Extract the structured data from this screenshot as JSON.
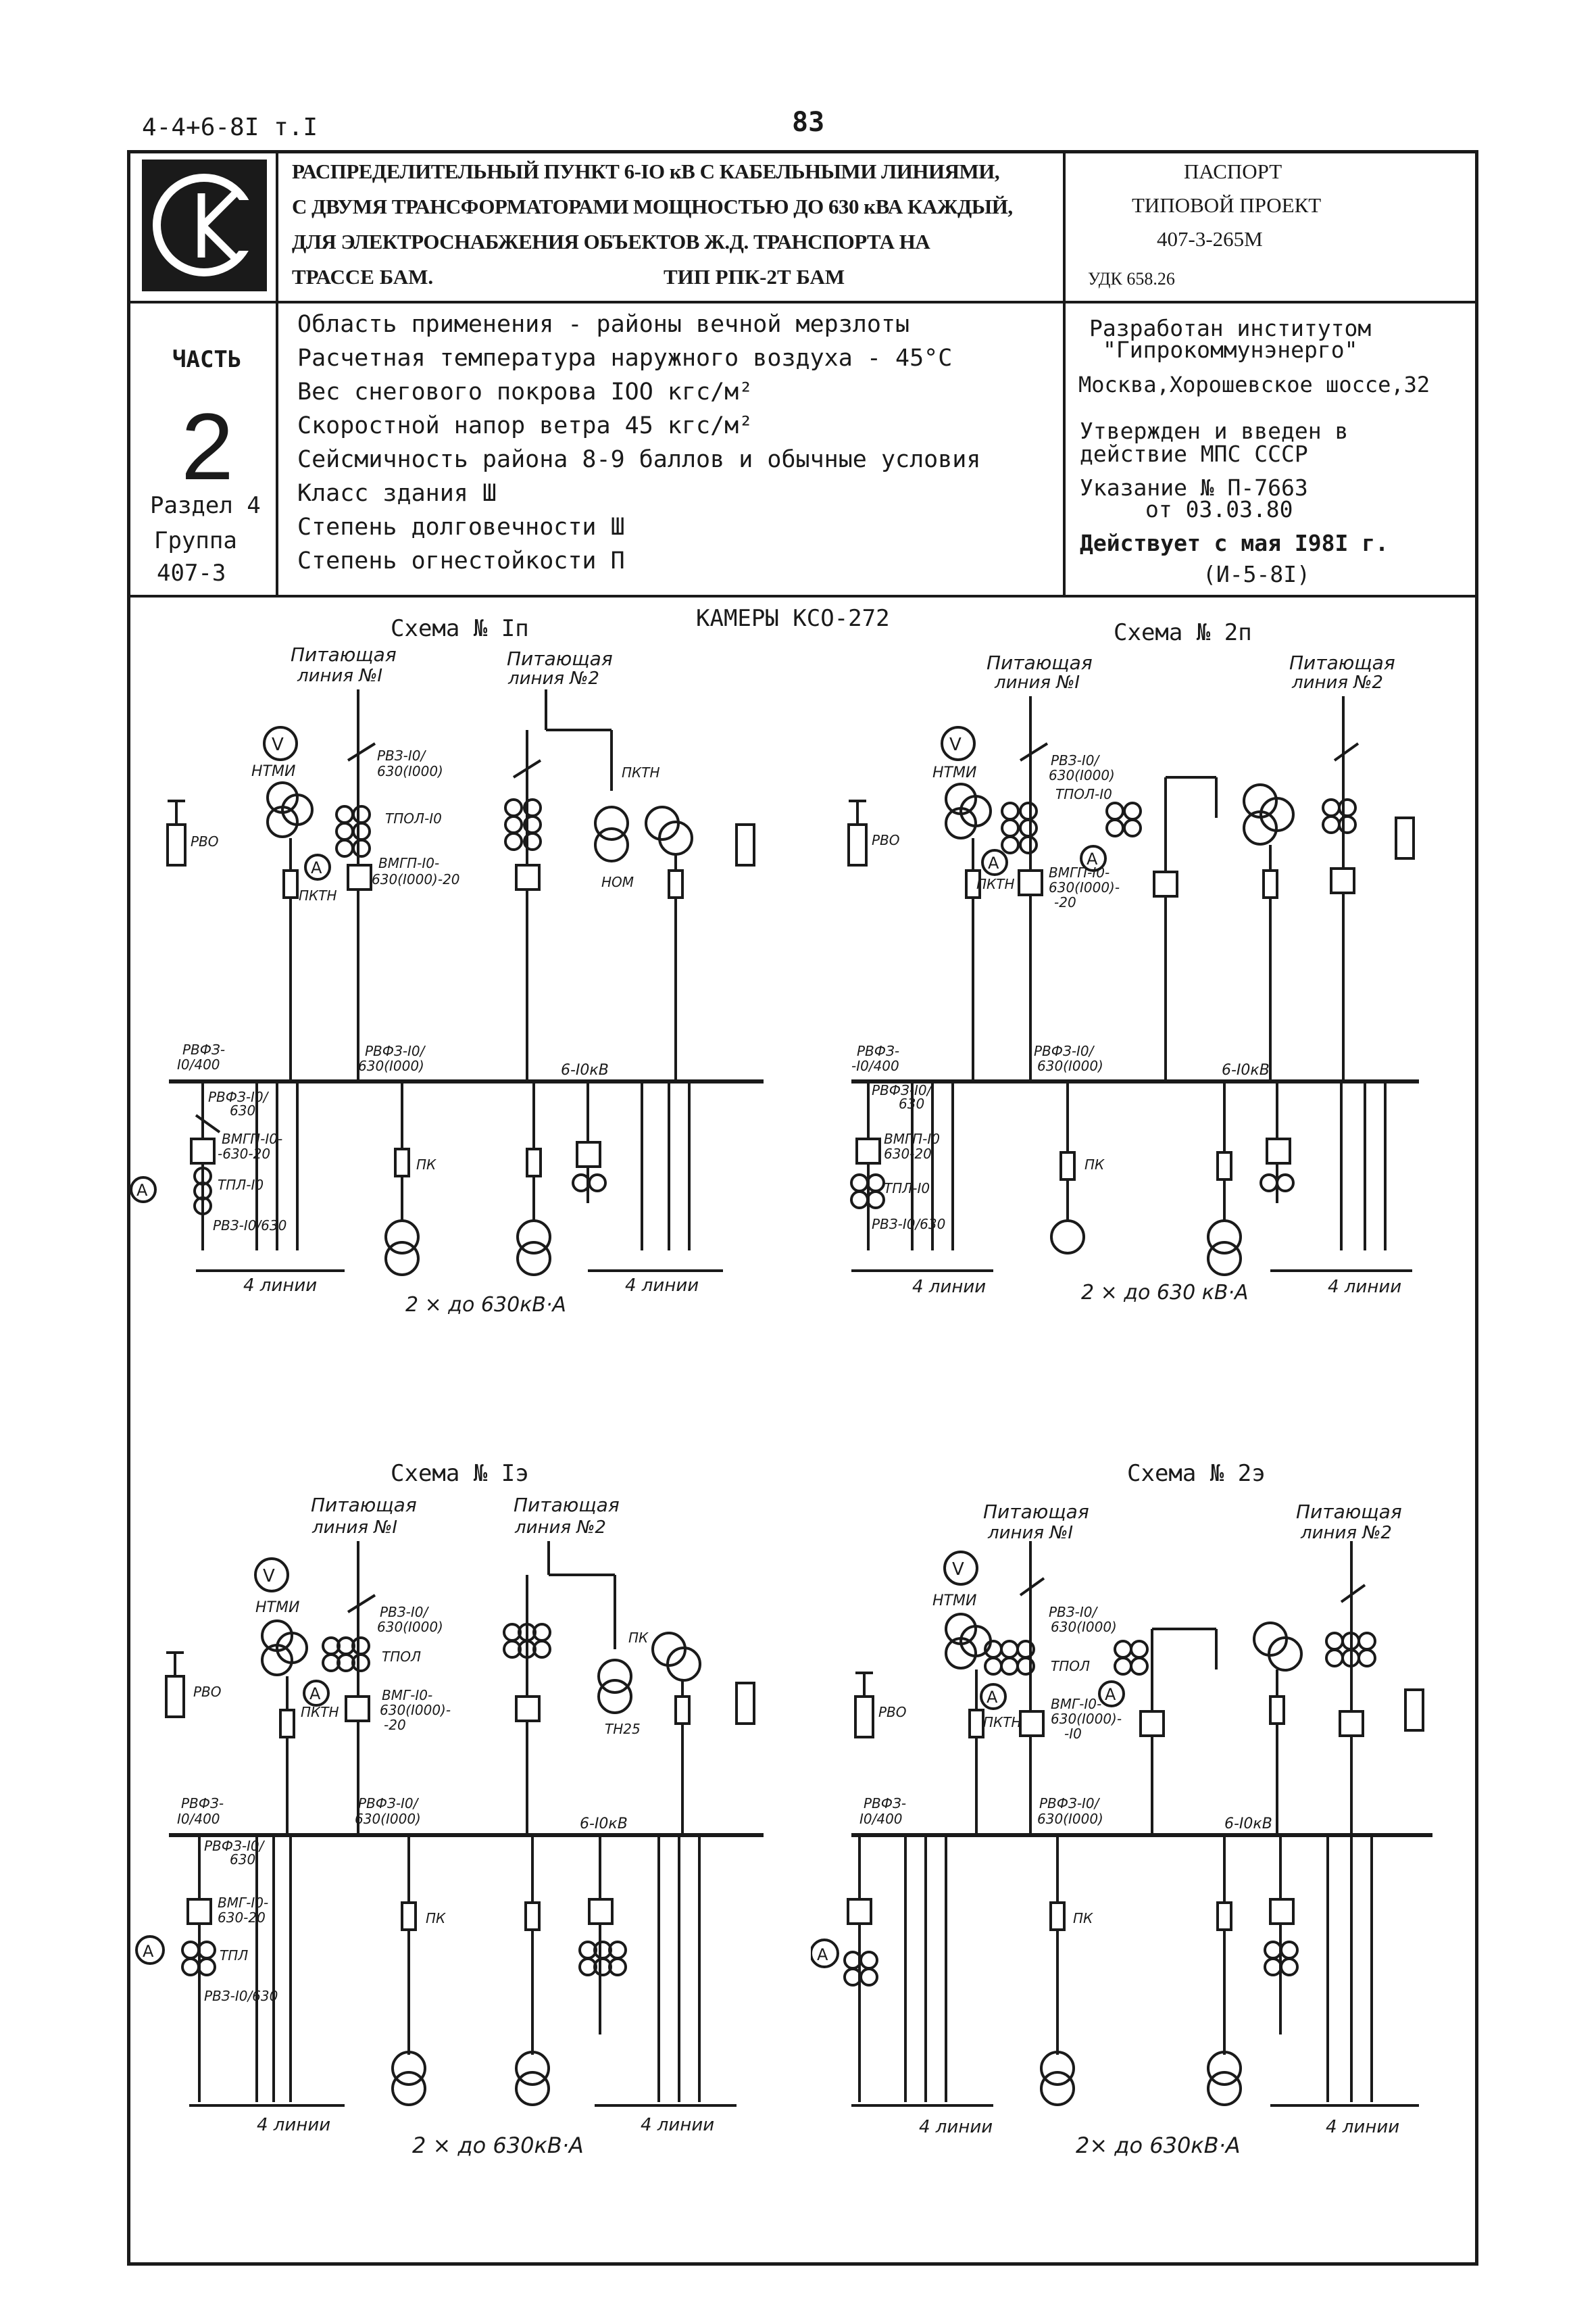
{
  "header": {
    "doc_code": "4-4+6-8I т.I",
    "page_number": "83"
  },
  "title_block": {
    "title_lines": [
      "РАСПРЕДЕЛИТЕЛЬНЫЙ ПУНКТ 6-IO кВ С КАБЕЛЬНЫМИ ЛИНИЯМИ,",
      "С ДВУМЯ ТРАНСФОРМАТОРАМИ МОЩНОСТЬЮ ДО 630 кВА КАЖДЫЙ,",
      "ДЛЯ ЭЛЕКТРОСНАБЖЕНИЯ ОБЪЕКТОВ Ж.Д. ТРАНСПОРТА НА"
    ],
    "title_last_left": "ТРАССЕ БАМ.",
    "title_last_right": "ТИП РПК-2Т БАМ",
    "passport": [
      "ПАСПОРТ",
      "ТИПОВОЙ ПРОЕКТ",
      "407-3-265М"
    ],
    "udk": "УДК 658.26",
    "logo_letters": "СК"
  },
  "info_block": {
    "part_label": "ЧАСТЬ",
    "part_number": "2",
    "section": "Раздел 4",
    "group_label": "Группа",
    "group": "407-3",
    "conditions": [
      "Область применения - районы вечной мерзлоты",
      "Расчетная температура наружного воздуха - 45°С",
      "Вес снегового покрова   IOO кгс/м²",
      "Скоростной напор ветра 45 кгс/м²",
      "Сейсмичность района 8-9 баллов и обычные условия",
      "Класс здания  Ш",
      "Степень долговечности  Ш",
      "Степень огнестойкости  П"
    ],
    "developer": [
      "Разработан институтом",
      "\"Гипрокоммунэнерго\"",
      "Москва,Хорошевское шоссе,32"
    ],
    "approval": [
      "Утвержден и введен в",
      "действие МПС СССР",
      "Указание № П-7663",
      "от 03.03.80",
      "Действует с мая I98I г.",
      "(И-5-8I)"
    ]
  },
  "diagrams": {
    "cameras_title": "КАМЕРЫ КСО-272",
    "schemes": [
      {
        "title": "Схема № Iп",
        "feed1": [
          "Питающая",
          "линия №I"
        ],
        "feed2": [
          "Питающая",
          "линия №2"
        ],
        "bus": "6-I0кВ",
        "lines_left": "4 линии",
        "lines_right": "4 линии",
        "transformers": "2 × до 630кВ·А",
        "labels": [
          "НТМИ",
          "РВЗ-I0/",
          "630(I000)",
          "ТПОЛ-I0",
          "ВМГП-I0-",
          "630(I000)-20",
          "ПКТН",
          "ПКТН",
          "НОМ",
          "РВО",
          "РВФЗ-",
          "I0/400",
          "РВФЗ-I0/",
          "630(I000)",
          "РВЗ-I0/",
          "630",
          "РВФЗ-I0/",
          "630",
          "ВМГП-I0-",
          "-630-20",
          "ТПЛ-I0",
          "РВЗ-I0/630",
          "ПК"
        ]
      },
      {
        "title": "Схема № 2п",
        "feed1": [
          "Питающая",
          "линия №I"
        ],
        "feed2": [
          "Питающая",
          "линия №2"
        ],
        "bus": "6-I0кВ",
        "lines_left": "4 линии",
        "lines_right": "4 линии",
        "transformers": "2 × до 630 кВ·А",
        "labels": [
          "НТМИ",
          "РВЗ-I0/",
          "630(I000)",
          "ТПОЛ-I0",
          "ПКТН",
          "ВМГП-I0-",
          "630(I000)-",
          "-20",
          "РВО",
          "РВФЗ-",
          "-I0/400",
          "РВФЗ-I0/",
          "630(I000)",
          "РВФЗ-I0/",
          "630",
          "ВМГП-I0",
          "630-20",
          "ТПЛ-I0",
          "РВЗ-I0/630",
          "ПК"
        ]
      },
      {
        "title": "Схема № Iэ",
        "feed1": [
          "Питающая",
          "линия №I"
        ],
        "feed2": [
          "Питающая",
          "линия №2"
        ],
        "bus": "6-I0кВ",
        "lines_left": "4 линии",
        "lines_right": "4 линии",
        "transformers": "2 × до  630кВ·А",
        "labels": [
          "НТМИ",
          "РВЗ-I0/",
          "630(I000)",
          "ТПОЛ",
          "ПКТН",
          "ВМГ-I0-",
          "630(I000)-",
          "-20",
          "ПК",
          "ТН25",
          "РВО",
          "РВФЗ-",
          "I0/400",
          "РВФЗ-I0/",
          "630(I000)",
          "РВФЗ-I0/",
          "630",
          "ВМГ-I0-",
          "630-20",
          "ТПЛ",
          "РВЗ-I0/630",
          "ПК"
        ]
      },
      {
        "title": "Схема № 2э",
        "feed1": [
          "Питающая",
          "линия №I"
        ],
        "feed2": [
          "Питающая",
          "линия №2"
        ],
        "bus": "6-I0кВ",
        "lines_left": "4 линии",
        "lines_right": "4 линии",
        "transformers": "2× до 630кВ·А",
        "labels": [
          "НТМИ",
          "РВЗ-I0/",
          "630(I000)",
          "ТПОЛ",
          "ПКТН",
          "ВМГ-I0-",
          "630(I000)-",
          "-I0",
          "РВО",
          "РВФЗ-",
          "I0/400",
          "РВФЗ-I0/",
          "630(I000)",
          "ПК"
        ]
      }
    ]
  }
}
